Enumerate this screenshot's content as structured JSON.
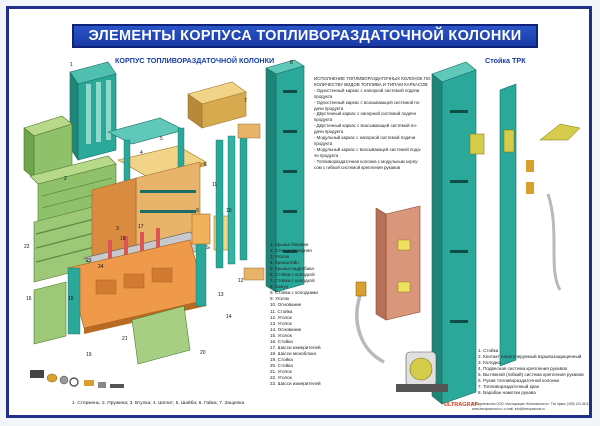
{
  "title": "ЭЛЕМЕНТЫ КОРПУСА ТОПЛИВОРАЗДАТОЧНОЙ КОЛОНКИ",
  "left_subtitle": "КОРПУС ТОПЛИВОРАЗДАТОЧНОЙ КОЛОНКИ",
  "right_subtitle": "Стойка ТРК",
  "parts_list": [
    "1. Крыша боковая",
    "2. Стенка передняя",
    "3. Уголок",
    "4. Кронштейн",
    "5. Крыша надробака",
    "6. Стойка с колодкой",
    "7. Стойка с колодкой",
    "8. Кожух",
    "9. Стойка с колодками",
    "9. Уголок",
    "10. Основание",
    "11. Стойка",
    "12. Уголок",
    "13. Уголок",
    "14. Основание",
    "15. Уголок",
    "16. Стойка",
    "17. Шасси измерителей",
    "18. Шасси моноблока",
    "19. Стойка",
    "20. Стойка",
    "21. Уголок",
    "22. Уголок",
    "23. Шасси измерителей"
  ],
  "execution_notes": [
    "ИСПОЛНЕНИЕ ТОПЛИВОРАЗДАТОЧНЫХ КОЛОНОК ПО",
    "КОЛИЧЕСТВУ ВИДОВ ТОПЛИВА И ТИПАМ КАРКАСОВ:",
    "",
    "- Одностенный каркас с напорной системой подачи",
    "  продукта",
    "- Одностенный каркас с всасывающей системой по-",
    "  дачи продукта",
    "- Двустенный каркас с напорной системой подачи",
    "  продукта",
    "- Двустенный каркас с всасывающей системой по-",
    "  дачи продукта",
    "- Модульный каркас с напорной системой подачи",
    "  продукта",
    "- Модульный каркас с всасывающей системой пода-",
    "  чи продукта",
    "- Топливораздаточная колонка с модульным корпу-",
    "  сом с гибкой системой крепления рукавов"
  ],
  "stand_list": [
    "1. Стойка",
    "2. Контакт нерегулируемый взрывозащищенный",
    "3. Колодка",
    "4. Подвесная система крепления рукавов",
    "5. Вытяжной (гибкий) система крепления рукавов",
    "6. Рукав топливораздаточной колонки",
    "7. Топливораздаточный кран",
    "8. Барабан намотки рукава"
  ],
  "fasteners_caption": "1. Стержень; 2. Пружина; 3. Втулка; 4. Шплит; 5. Шайба; 6. Гайка; 7. Защелка",
  "publisher_line1": "© Издательство ООО «Ассоциация «Безопасность». Тел./факс: (495) 123-45-67",
  "publisher_line2": "www.bezopasnost.ru • e-mail: info@bezopasnost.ru",
  "brand": "ULTRAGRAF",
  "callouts": [
    "1",
    "2",
    "3",
    "4",
    "5",
    "6",
    "7",
    "8",
    "9",
    "10",
    "11",
    "12",
    "13",
    "14",
    "15",
    "16",
    "17",
    "18",
    "19",
    "20",
    "21",
    "22",
    "23",
    "24"
  ],
  "colors": {
    "frame": "#1f2f8a",
    "title": "#1a3aa4",
    "teal": "#2aa899",
    "green": "#8fc06a",
    "orange": "#e08a3a",
    "yellow": "#ecc76a",
    "pink": "#d9967a"
  }
}
